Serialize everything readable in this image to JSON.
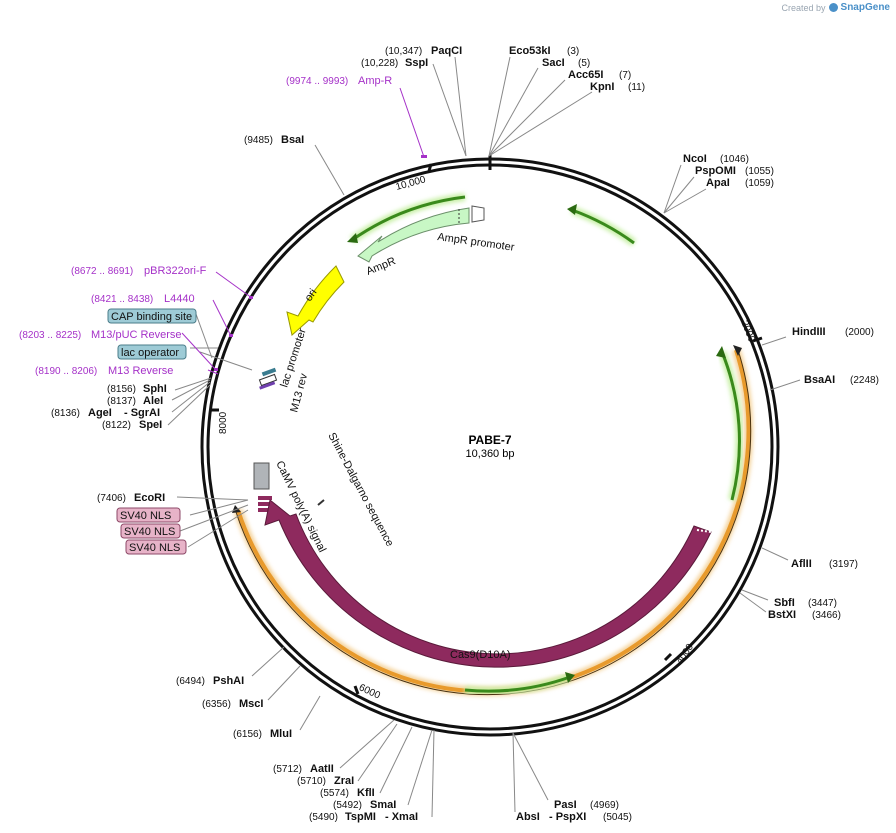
{
  "credit": {
    "prefix": "Created by",
    "brand": "SnapGene"
  },
  "plasmid": {
    "name": "PABE-7",
    "size_label": "10,360 bp"
  },
  "ticks": [
    "10,000",
    "2000",
    "4000",
    "6000",
    "8000"
  ],
  "enzymes": [
    {
      "name": "PaqCI",
      "pos": "(10,347)"
    },
    {
      "name": "SspI",
      "pos": "(10,228)"
    },
    {
      "name": "Eco53kI",
      "pos": "(3)"
    },
    {
      "name": "SacI",
      "pos": "(5)"
    },
    {
      "name": "Acc65I",
      "pos": "(7)"
    },
    {
      "name": "KpnI",
      "pos": "(11)"
    },
    {
      "name": "BsaI",
      "pos": "(9485)"
    },
    {
      "name": "NcoI",
      "pos": "(1046)"
    },
    {
      "name": "PspOMI",
      "pos": "(1055)"
    },
    {
      "name": "ApaI",
      "pos": "(1059)"
    },
    {
      "name": "HindIII",
      "pos": "(2000)"
    },
    {
      "name": "BsaAI",
      "pos": "(2248)"
    },
    {
      "name": "AflII",
      "pos": "(3197)"
    },
    {
      "name": "SbfI",
      "pos": "(3447)"
    },
    {
      "name": "BstXI",
      "pos": "(3466)"
    },
    {
      "name": "PasI",
      "pos": "(4969)"
    },
    {
      "name": "AbsI",
      "pos": ""
    },
    {
      "name": "- PspXI",
      "pos": "(5045)"
    },
    {
      "name": "AatII",
      "pos": "(5712)"
    },
    {
      "name": "ZraI",
      "pos": "(5710)"
    },
    {
      "name": "KflI",
      "pos": "(5574)"
    },
    {
      "name": "SmaI",
      "pos": "(5492)"
    },
    {
      "name": "TspMI",
      "pos": "(5490)"
    },
    {
      "name": "- XmaI",
      "pos": ""
    },
    {
      "name": "MluI",
      "pos": "(6156)"
    },
    {
      "name": "MscI",
      "pos": "(6356)"
    },
    {
      "name": "PshAI",
      "pos": "(6494)"
    },
    {
      "name": "EcoRI",
      "pos": "(7406)"
    },
    {
      "name": "SphI",
      "pos": "(8156)"
    },
    {
      "name": "AleI",
      "pos": "(8137)"
    },
    {
      "name": "AgeI",
      "pos": "(8136)"
    },
    {
      "name": "- SgrAI",
      "pos": ""
    },
    {
      "name": "SpeI",
      "pos": "(8122)"
    }
  ],
  "primers": [
    {
      "name": "Amp-R",
      "range": "(9974 .. 9993)"
    },
    {
      "name": "pBR322ori-F",
      "range": "(8672 .. 8691)"
    },
    {
      "name": "L4440",
      "range": "(8421 .. 8438)"
    },
    {
      "name": "M13/pUC Reverse",
      "range": "(8203 .. 8225)"
    },
    {
      "name": "M13 Reverse",
      "range": "(8190 .. 8206)"
    }
  ],
  "boxed_features": [
    "CAP binding site",
    "lac operator",
    "SV40 NLS",
    "SV40 NLS",
    "SV40 NLS"
  ],
  "features": {
    "ampr_promoter": "AmpR promoter",
    "ampr": "AmpR",
    "ori": "ori",
    "lac_promoter": "lac promoter",
    "m13_rev": "M13 rev",
    "shine_dalgarno": "Shine-Dalgarno sequence",
    "camv": "CaMV poly(A) signal",
    "cas9": "Cas9(D10A)"
  },
  "colors": {
    "backbone": "#111111",
    "primer": "#a531c8",
    "cas9": "#8e2a5e",
    "ampr": "#c8f7c5",
    "ori": "#ffff00",
    "orf_green": "#3a8a1c",
    "orf_glow": "#c9f0a8",
    "orange": "#e89a2c",
    "cap_box": "#9ecbd6",
    "nls_box": "#e7b3c8"
  }
}
